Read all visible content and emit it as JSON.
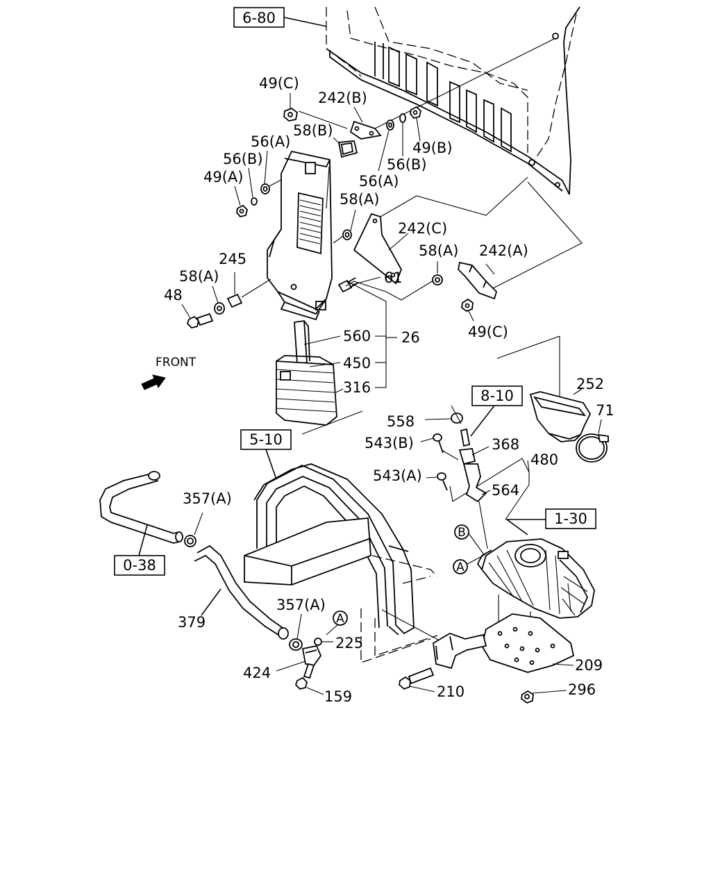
{
  "references": {
    "r680": "6-80",
    "r810": "8-10",
    "r510": "5-10",
    "r130": "1-30",
    "r038": "0-38"
  },
  "labels": {
    "p49c_top": "49(C)",
    "p242b": "242(B)",
    "p58b": "58(B)",
    "p56a_left": "56(A)",
    "p56b_left": "56(B)",
    "p49a": "49(A)",
    "p49b": "49(B)",
    "p56b_right": "56(B)",
    "p56a_right": "56(A)",
    "p58a_mid": "58(A)",
    "p242c": "242(C)",
    "p58a_right": "58(A)",
    "p242a": "242(A)",
    "p245": "245",
    "p58a_left": "58(A)",
    "p61": "61",
    "p48": "48",
    "p49c_bottom": "49(C)",
    "p560": "560",
    "p26": "26",
    "p450": "450",
    "p316": "316",
    "front": "FRONT",
    "p252": "252",
    "p71": "71",
    "p558": "558",
    "p543b": "543(B)",
    "p368": "368",
    "p480": "480",
    "p543a": "543(A)",
    "p564": "564",
    "p357a_top": "357(A)",
    "p379": "379",
    "p357a_bottom": "357(A)",
    "p225": "225",
    "p424": "424",
    "p159": "159",
    "p210": "210",
    "p209": "209",
    "p296": "296"
  },
  "markers": {
    "a": "A",
    "b": "B"
  }
}
